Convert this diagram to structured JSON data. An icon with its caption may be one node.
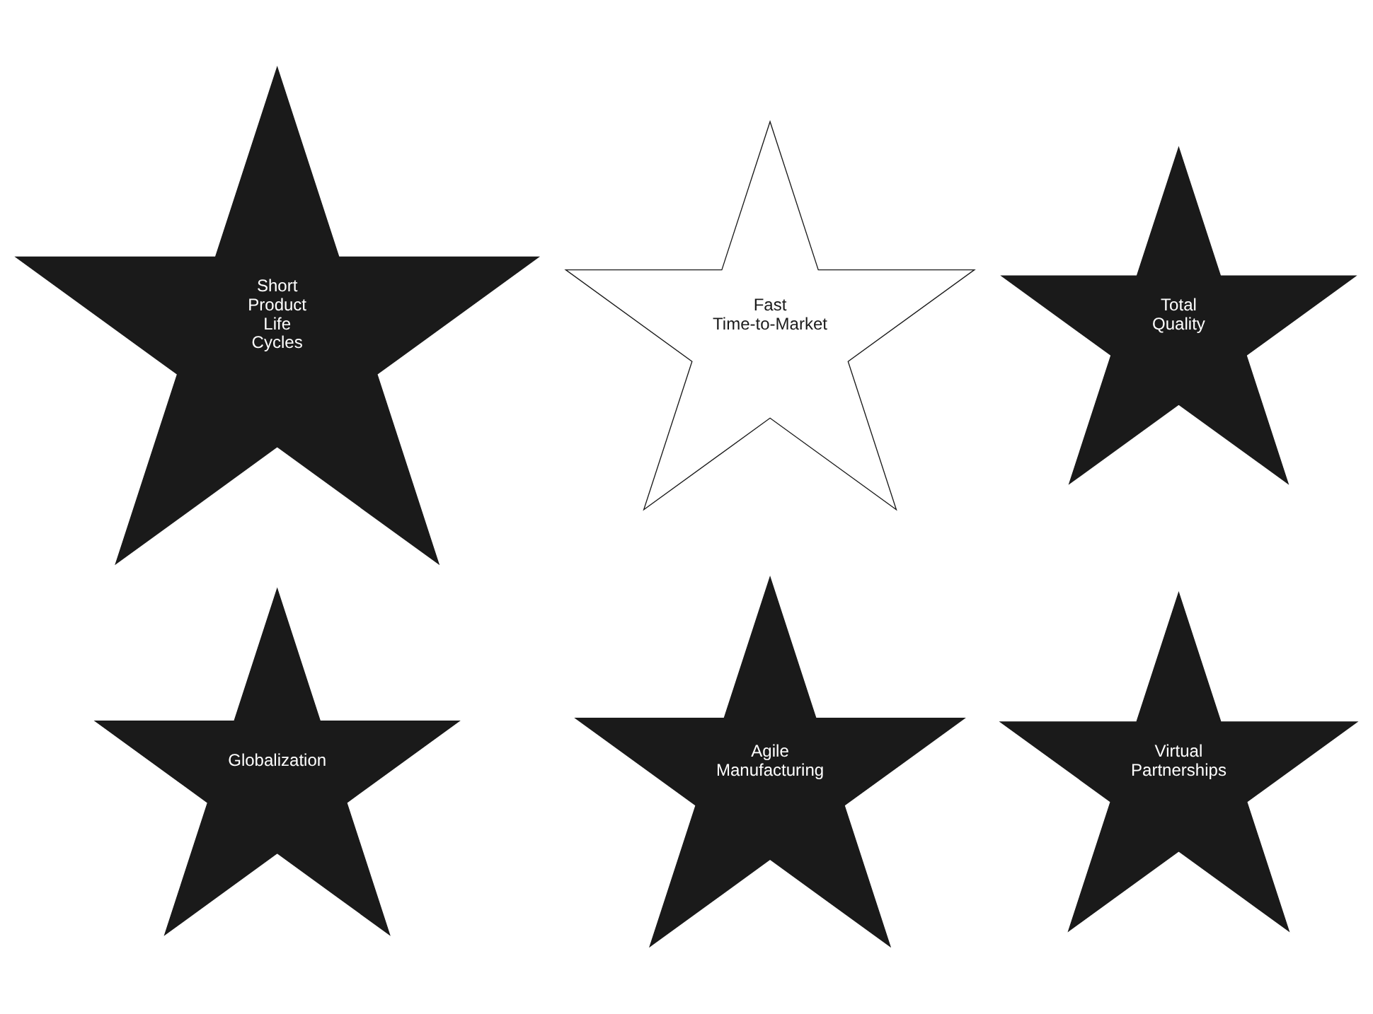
{
  "diagram": {
    "nodes": [
      {
        "text": [
          "Short Product Life Cycles"
        ]
      },
      {
        "text": [
          "Fast Time-to-Market"
        ]
      },
      {
        "text": [
          "Total Quality"
        ]
      },
      {
        "text": [
          "Globalization"
        ]
      },
      {
        "text": [
          "Agile Manufacturing"
        ]
      },
      {
        "text": [
          "Virtual Partnerships"
        ]
      }
    ]
  }
}
